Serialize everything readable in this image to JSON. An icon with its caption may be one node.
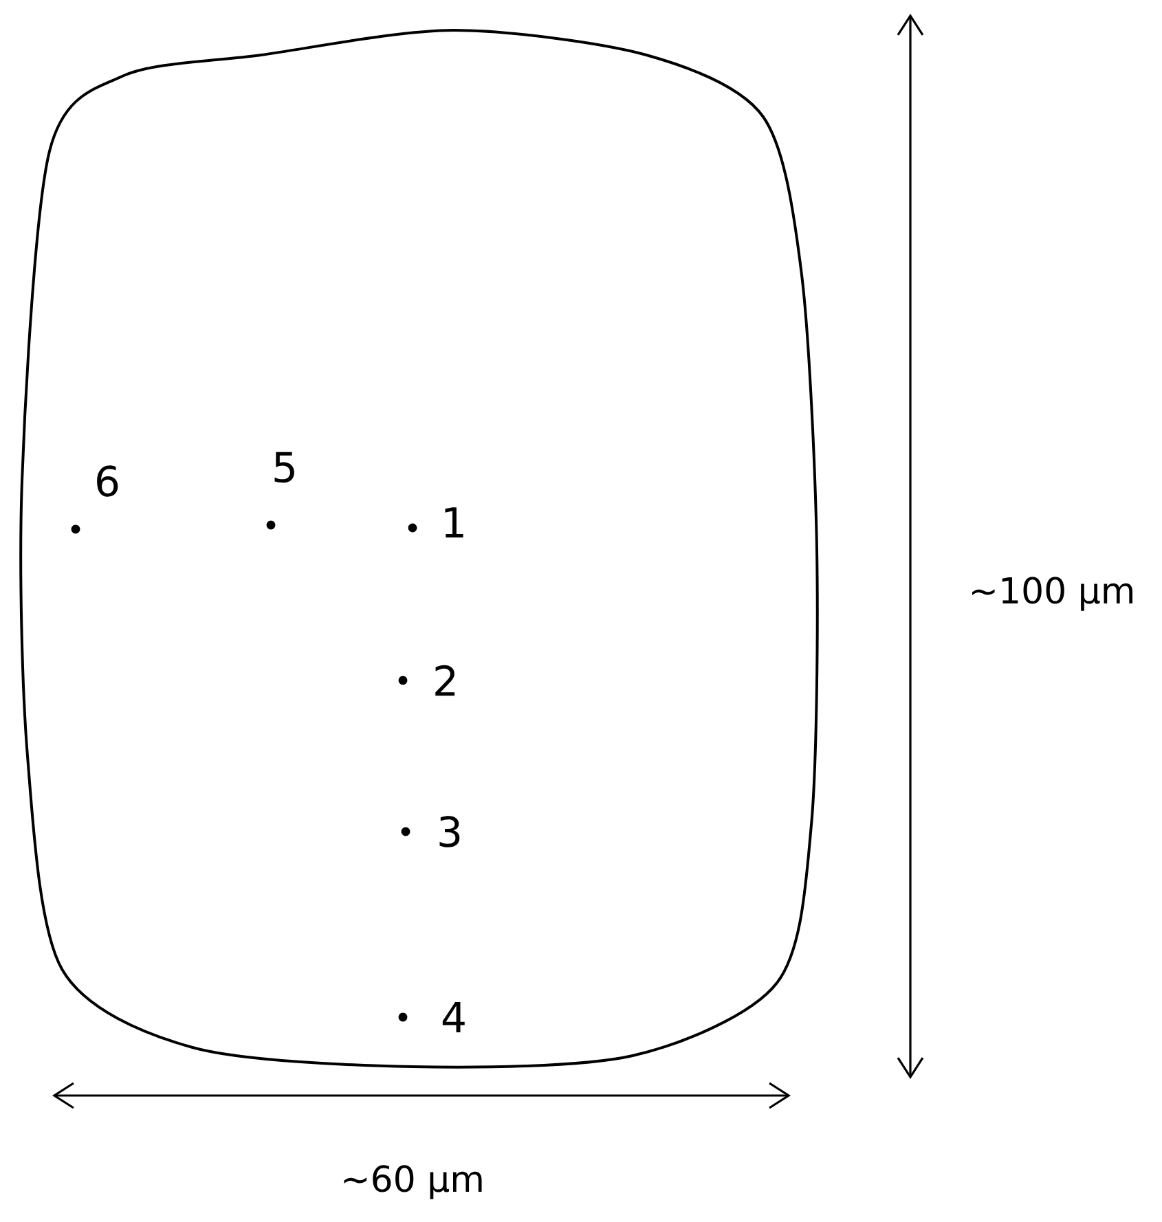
{
  "diagram": {
    "labels": [
      "6",
      "5",
      "1",
      "~100 μm",
      "2",
      "3",
      "4",
      "~60 μm"
    ]
  }
}
